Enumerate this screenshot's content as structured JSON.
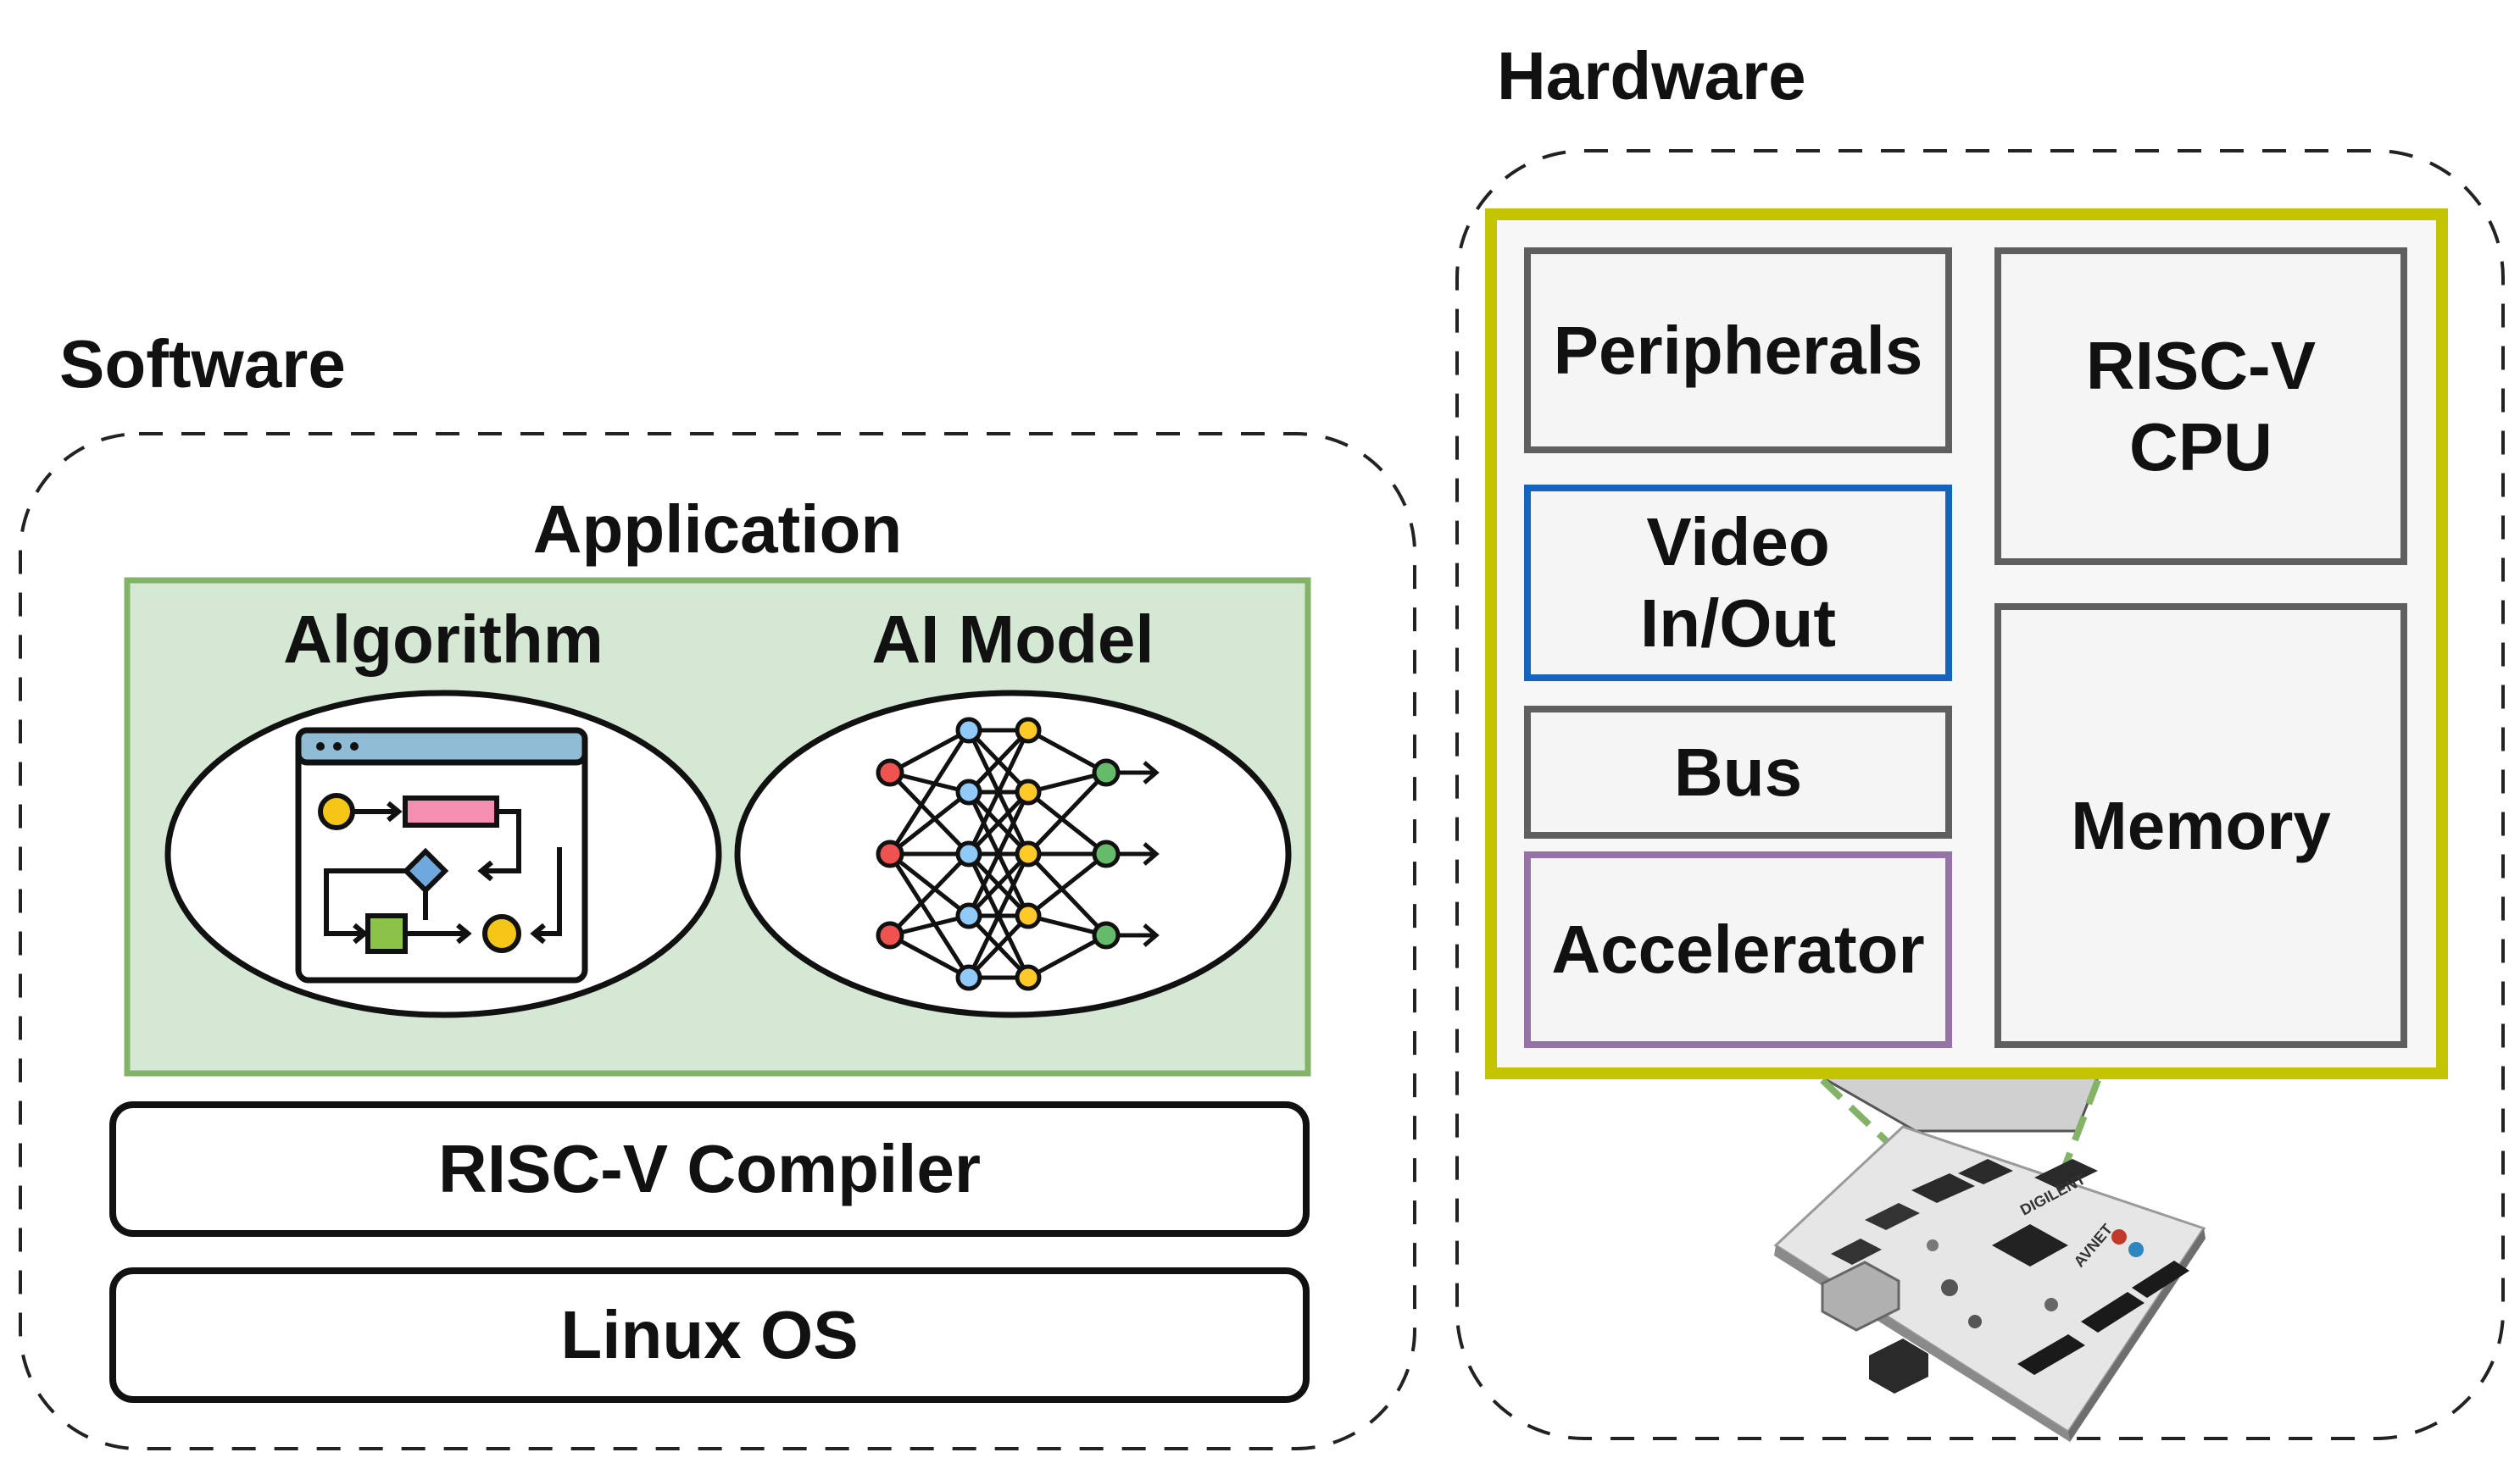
{
  "software": {
    "title": "Software",
    "application": {
      "title": "Application",
      "algorithm_label": "Algorithm",
      "ai_model_label": "AI Model"
    },
    "compiler_label": "RISC-V Compiler",
    "os_label": "Linux OS"
  },
  "hardware": {
    "title": "Hardware",
    "peripherals_label": "Peripherals",
    "video_label_line1": "Video",
    "video_label_line2": "In/Out",
    "bus_label": "Bus",
    "accelerator_label": "Accelerator",
    "cpu_label_line1": "RISC-V",
    "cpu_label_line2": "CPU",
    "memory_label": "Memory",
    "board_logo_1": "DIGILENT",
    "board_logo_2": "AVNET"
  },
  "colors": {
    "application_fill": "#d5e8d4",
    "application_border": "#82b366",
    "soc_border": "#c4c400",
    "video_border": "#1565c0",
    "accelerator_border": "#9673a6",
    "block_border": "#5f5f5f",
    "block_fill": "#f5f5f5"
  }
}
